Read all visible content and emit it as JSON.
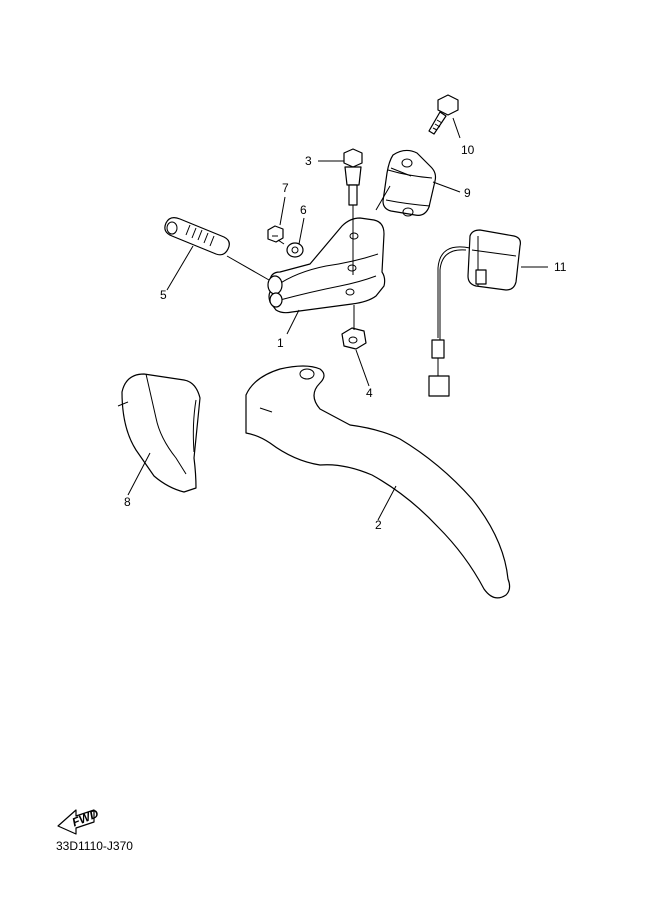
{
  "diagram": {
    "drawing_code": "33D1110-J370",
    "fwd_label": "FWD",
    "callouts": [
      "1",
      "2",
      "3",
      "4",
      "5",
      "6",
      "7",
      "8",
      "9",
      "10",
      "11"
    ]
  }
}
